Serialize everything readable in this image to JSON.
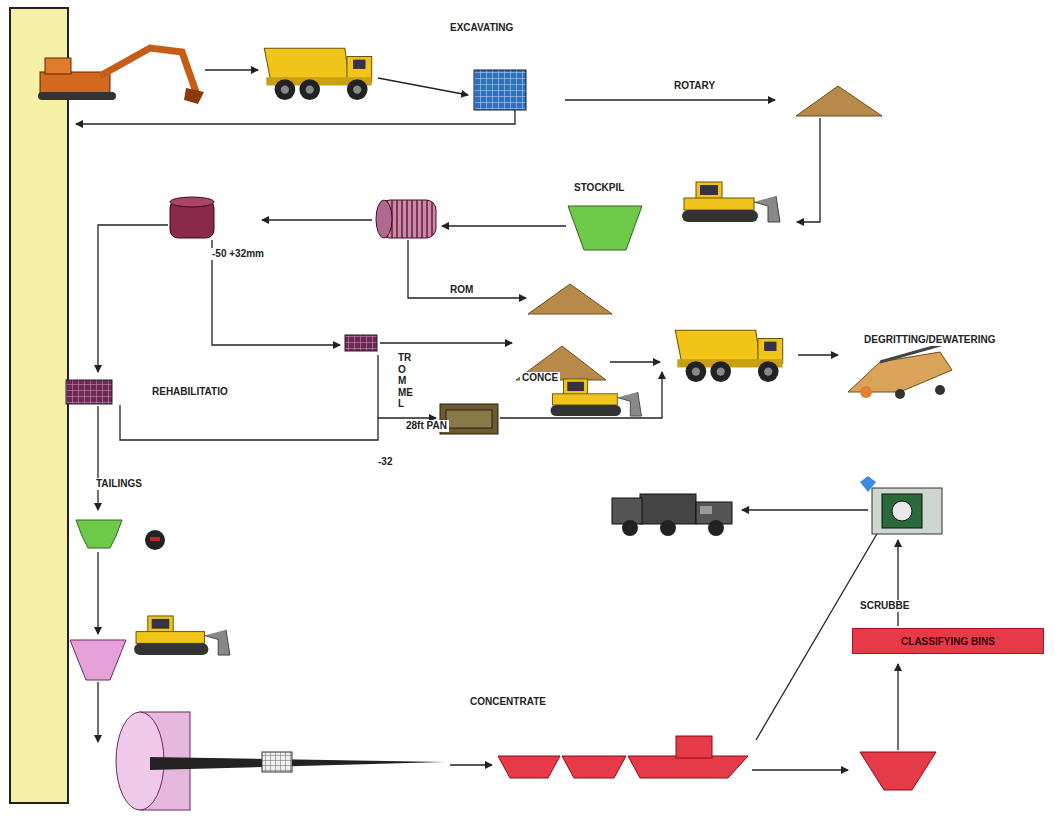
{
  "diagram": {
    "nodes": [
      {
        "text": [
          "CLASSIFYING BINS"
        ]
      }
    ],
    "labels": [
      "EXCAVATING",
      "ROTARY",
      "STOCKPIL",
      "-50 +32mm",
      "ROM",
      "DEGRITTING/DEWATERING",
      "REHABILITATIO",
      "TR OM ME L",
      "28ft PAN",
      "CONCE",
      "-32",
      "TAILINGS",
      "CONCENTRATE",
      "SCRUBBE"
    ]
  }
}
